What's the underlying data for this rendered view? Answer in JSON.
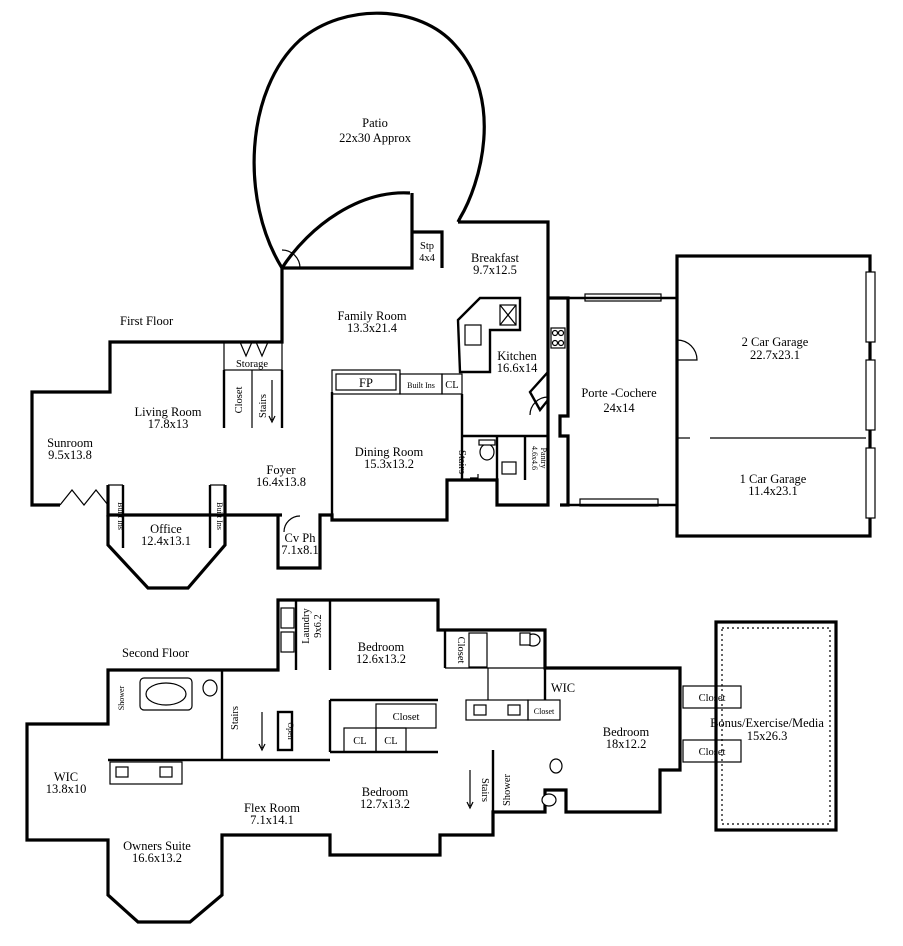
{
  "floors": {
    "first": "First Floor",
    "second": "Second Floor"
  },
  "rooms": {
    "patio": {
      "name": "Patio",
      "size": "22x30 Approx"
    },
    "stp": {
      "name": "Stp",
      "size": "4x4"
    },
    "breakfast": {
      "name": "Breakfast",
      "size": "9.7x12.5"
    },
    "family": {
      "name": "Family Room",
      "size": "13.3x21.4"
    },
    "kitchen": {
      "name": "Kitchen",
      "size": "16.6x14"
    },
    "living": {
      "name": "Living Room",
      "size": "17.8x13"
    },
    "sunroom": {
      "name": "Sunroom",
      "size": "9.5x13.8"
    },
    "foyer": {
      "name": "Foyer",
      "size": "16.4x13.8"
    },
    "dining": {
      "name": "Dining Room",
      "size": "15.3x13.2"
    },
    "office": {
      "name": "Office",
      "size": "12.4x13.1"
    },
    "cvph": {
      "name": "Cv Ph",
      "size": "7.1x8.1"
    },
    "pantry": {
      "name": "Pantry",
      "size": "4.6x4.6"
    },
    "porte": {
      "name": "Porte -Cochere",
      "size": "24x14"
    },
    "garage2": {
      "name": "2 Car Garage",
      "size": "22.7x23.1"
    },
    "garage1": {
      "name": "1 Car Garage",
      "size": "11.4x23.1"
    },
    "laundry": {
      "name": "Laundry",
      "size": "9x6.2"
    },
    "bedroomA": {
      "name": "Bedroom",
      "size": "12.6x13.2"
    },
    "bedroomB": {
      "name": "Bedroom",
      "size": "12.7x13.2"
    },
    "bedroomC": {
      "name": "Bedroom",
      "size": "18x12.2"
    },
    "bonus": {
      "name": "Bonus/Exercise/Media",
      "size": "15x26.3"
    },
    "wicOwner": {
      "name": "WIC",
      "size": "13.8x10"
    },
    "owners": {
      "name": "Owners Suite",
      "size": "16.6x13.2"
    },
    "flex": {
      "name": "Flex Room",
      "size": "7.1x14.1"
    }
  },
  "labels": {
    "storage": "Storage",
    "closet": "Closet",
    "stairs": "Stairs",
    "fp": "FP",
    "builtins": "Built Ins",
    "cl": "CL",
    "shower": "Shower",
    "wic": "WIC",
    "open": "Open"
  }
}
